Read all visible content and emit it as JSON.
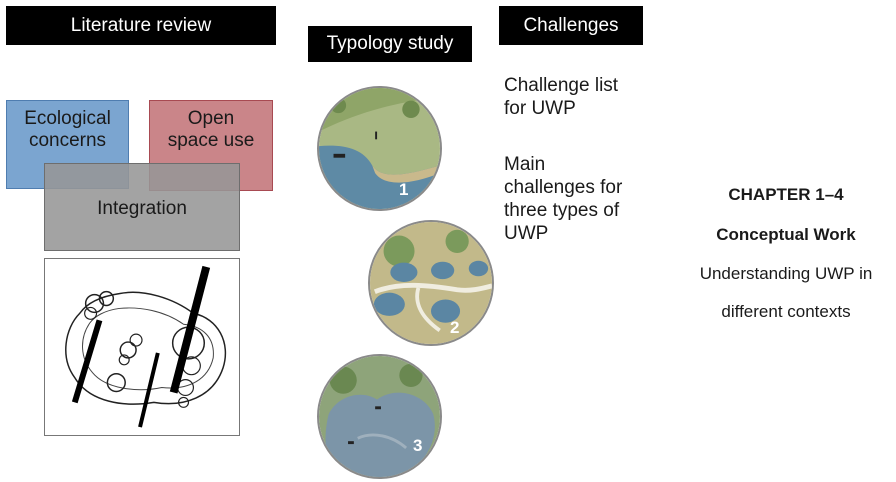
{
  "headers": {
    "literature": "Literature review",
    "typology": "Typology study",
    "challenges": "Challenges"
  },
  "venn": {
    "ecological": [
      "Ecological",
      "concerns"
    ],
    "open_space": [
      "Open",
      "space use"
    ],
    "integration": "Integration"
  },
  "circles": [
    "1",
    "2",
    "3"
  ],
  "challenge_texts": {
    "list": [
      "Challenge list",
      "for UWP"
    ],
    "main": [
      "Main",
      "challenges for",
      "three types of",
      "UWP"
    ]
  },
  "chapter": {
    "title": "CHAPTER 1–4",
    "subtitle": "Conceptual Work",
    "line1": "Understanding UWP in",
    "line2": "different contexts"
  },
  "colors": {
    "header_bg": "#000000",
    "ecological": "#7aa3cd",
    "open_space": "#c98286",
    "integration": "#9c9c9c"
  }
}
